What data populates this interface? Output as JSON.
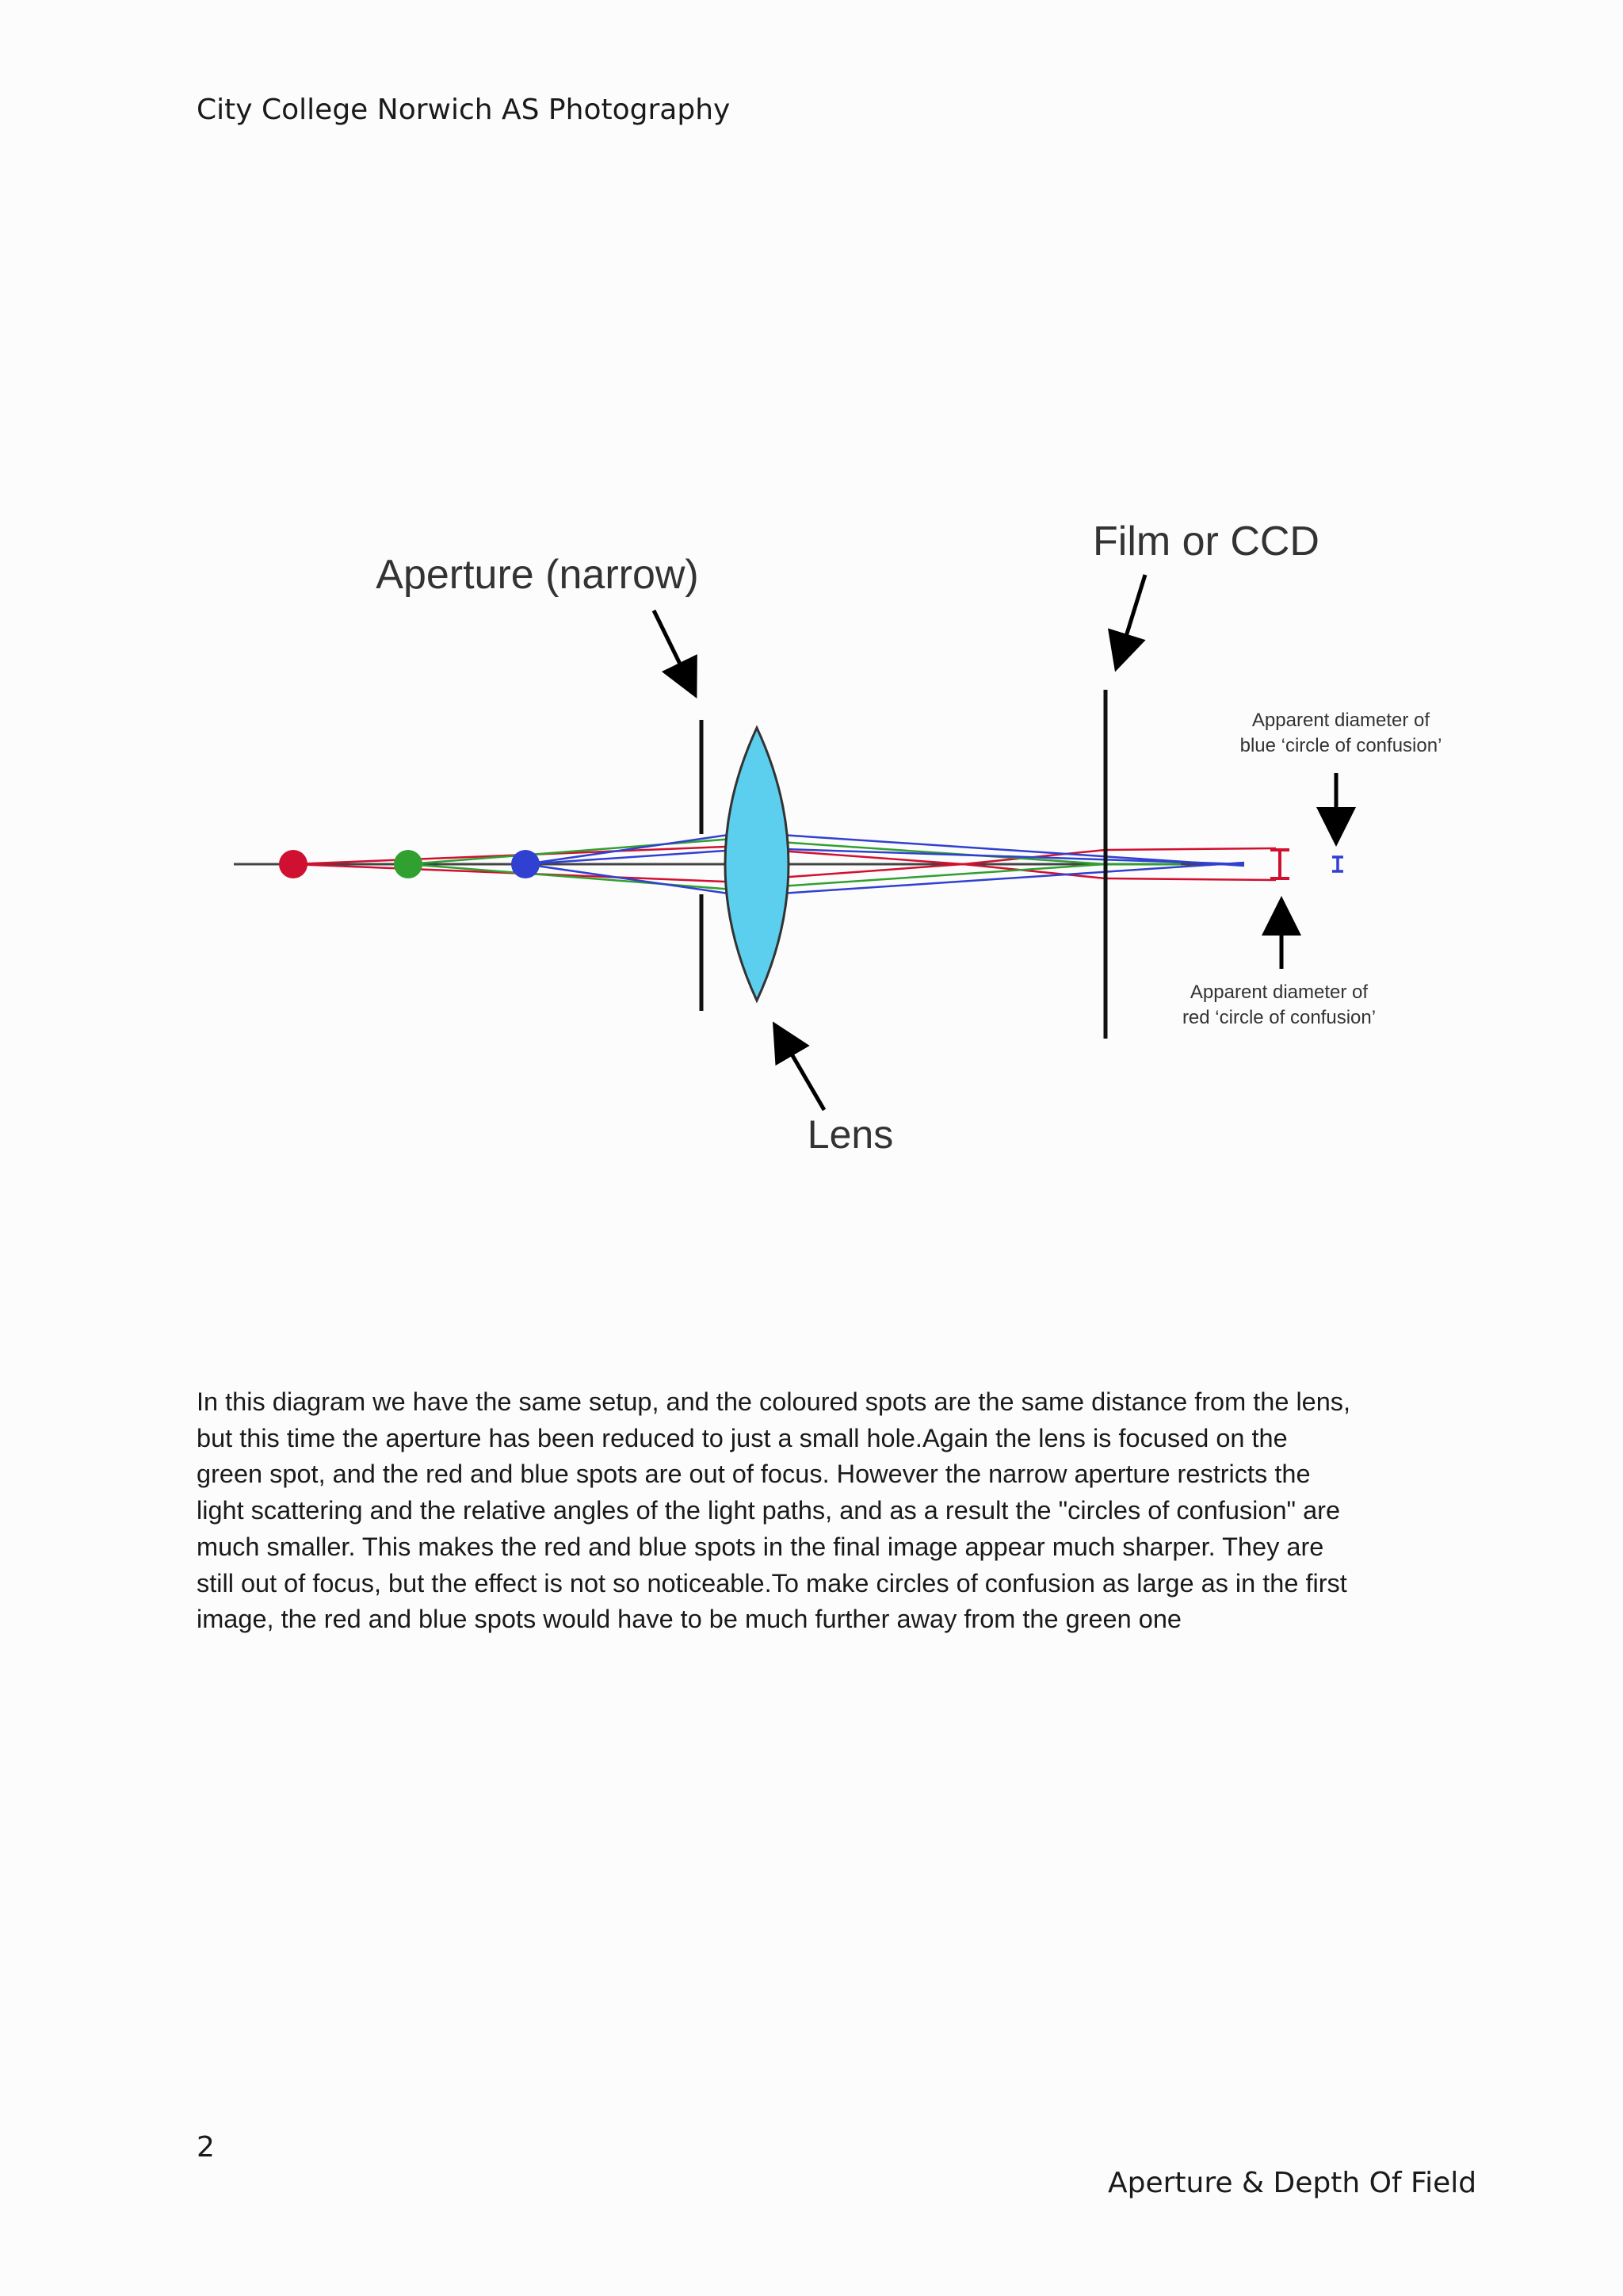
{
  "header": {
    "text": "City College Norwich AS Photography"
  },
  "diagram": {
    "aperture_label": "Aperture (narrow)",
    "film_label": "Film or CCD",
    "lens_label": "Lens",
    "blue_coc_label_1": "Apparent diameter of",
    "blue_coc_label_2": "blue ‘circle of confusion’",
    "red_coc_label_1": "Apparent diameter of",
    "red_coc_label_2": "red ‘circle of confusion’",
    "colors": {
      "red": "#d01030",
      "green": "#30a030",
      "blue": "#3040d0",
      "lens_fill": "#5ccfee"
    }
  },
  "body": {
    "lines": [
      "In this diagram we have the same setup, and the coloured spots are the same distance from the lens,",
      "but this time the aperture has been reduced to just a small hole.Again the lens is focused on the",
      "green spot, and the red and blue spots are out of focus. However the narrow aperture restricts the",
      "light scattering and the relative angles of the light paths, and as a result the \"circles of confusion\" are",
      "much smaller. This makes the red and blue spots in the final image appear much sharper. They are",
      "still out of focus, but the effect is not so noticeable.To make circles of confusion as large as in the first",
      "image, the red and blue spots would have to be much further away from the green one"
    ]
  },
  "footer": {
    "page_number": "2",
    "title": "Aperture & Depth Of Field"
  }
}
